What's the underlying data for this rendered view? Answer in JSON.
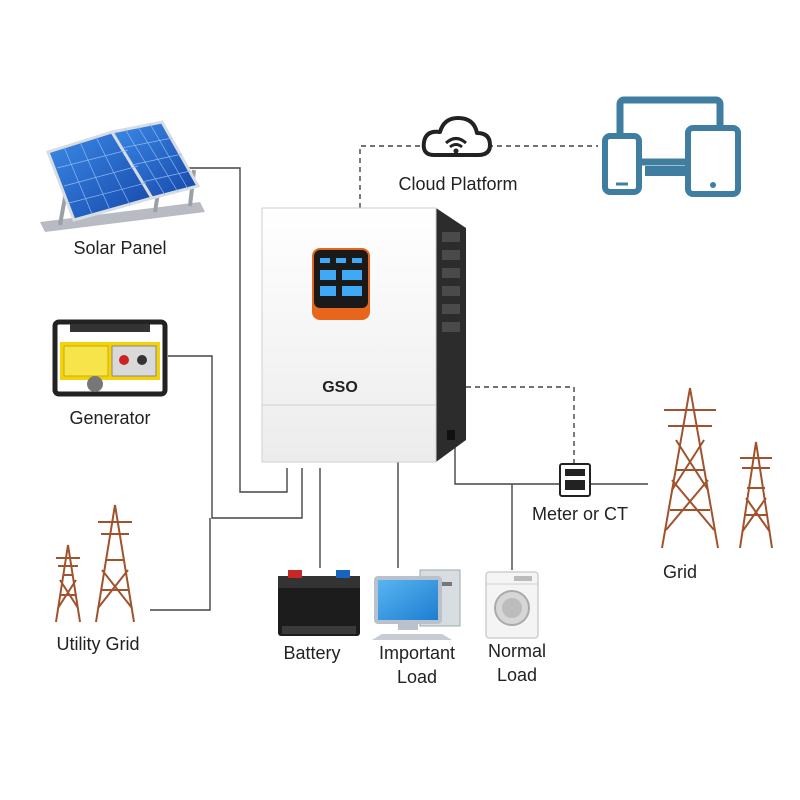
{
  "labels": {
    "solar_panel": "Solar Panel",
    "generator": "Generator",
    "utility_grid": "Utility Grid",
    "cloud_platform": "Cloud Platform",
    "battery": "Battery",
    "important_load_1": "Important",
    "important_load_2": "Load",
    "normal_load_1": "Normal",
    "normal_load_2": "Load",
    "meter": "Meter or CT",
    "grid": "Grid"
  },
  "inverter": {
    "logo": "GSO"
  },
  "colors": {
    "device_blue": "#3f7ea0",
    "panel_blue": "#1d5fc0",
    "generator_yellow": "#f2d20a",
    "screen_orange": "#e8661c",
    "tower_brown": "#a0522d",
    "line": "#444444"
  },
  "icons": [
    "solar-panel-icon",
    "generator-icon",
    "power-tower-icon",
    "cloud-wifi-icon",
    "devices-icon",
    "battery-icon",
    "computer-icon",
    "washing-machine-icon",
    "meter-icon",
    "inverter-icon"
  ]
}
